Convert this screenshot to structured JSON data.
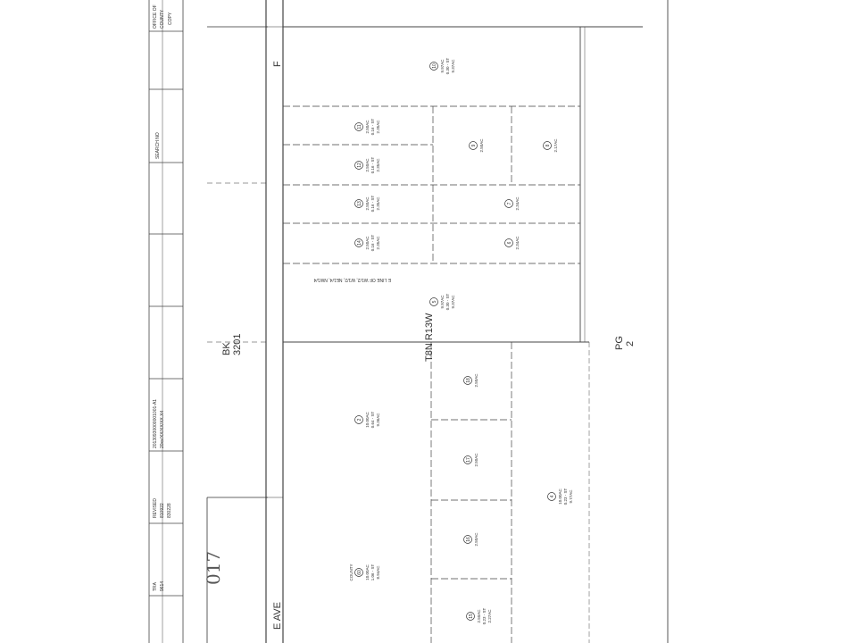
{
  "title_block": {
    "office": "OFFICE OF",
    "county": "COUNTY",
    "copy": "COPY",
    "search_no": "SEARCH NO",
    "tra_label": "TRA",
    "tra_value": "9614",
    "revised_label": "REVISED",
    "revised_1": "810922",
    "revised_2": "830228",
    "doc_no": "20130930000001001-A1",
    "doc_no_2": "20xx/XX/XX/XX.X4"
  },
  "map": {
    "book": "BK",
    "book_no": "3201",
    "page": "PG",
    "page_no": "2",
    "township": "T8N R13W",
    "street": "E AVE",
    "handwritten": "017",
    "road_mark": "F",
    "easement": "E LINE OF W1/2, W1/2, NE1/4, NW1/4",
    "parcels": [
      {
        "num": "10",
        "l1": "9.97AC",
        "l2": "0.30 - ST",
        "l3": "9.37AC"
      },
      {
        "num": "11",
        "l1": "2.50AC",
        "l2": "0.16 - ST",
        "l3": "2.35AC"
      },
      {
        "num": "12",
        "l1": "2.50AC",
        "l2": "0.16 - ST",
        "l3": "2.35AC"
      },
      {
        "num": "13",
        "l1": "2.50AC",
        "l2": "0.16 - ST",
        "l3": "2.35AC"
      },
      {
        "num": "14",
        "l1": "2.50AC",
        "l2": "0.16 - ST",
        "l3": "2.35AC"
      },
      {
        "num": "9",
        "l1": "2.50AC"
      },
      {
        "num": "8",
        "l1": "2.17AC"
      },
      {
        "num": "7",
        "l1": "2.34AC"
      },
      {
        "num": "6",
        "l1": "2.34AC"
      },
      {
        "num": "5",
        "l1": "9.97AC",
        "l2": "0.30 - ST",
        "l3": "9.37AC"
      },
      {
        "num": "2",
        "l1": "10.00AC",
        "l2": "0.64 - ST",
        "l3": "9.36AC"
      },
      {
        "num": "18",
        "l1": "2.50AC"
      },
      {
        "num": "17",
        "l1": "2.50AC"
      },
      {
        "num": "16",
        "l1": "2.50AC"
      },
      {
        "num": "15",
        "l1": "2.50AC",
        "l2": "0.23 - ST",
        "l3": "2.27AC"
      },
      {
        "num": "4",
        "l1": "10.00AC",
        "l2": "0.23 - ST",
        "l3": "9.77AC"
      },
      {
        "num": "60",
        "pre": "COUNTY",
        "l1": "10.00AC",
        "l2": "1.06 - ST",
        "l3": "8.94AC"
      }
    ]
  }
}
